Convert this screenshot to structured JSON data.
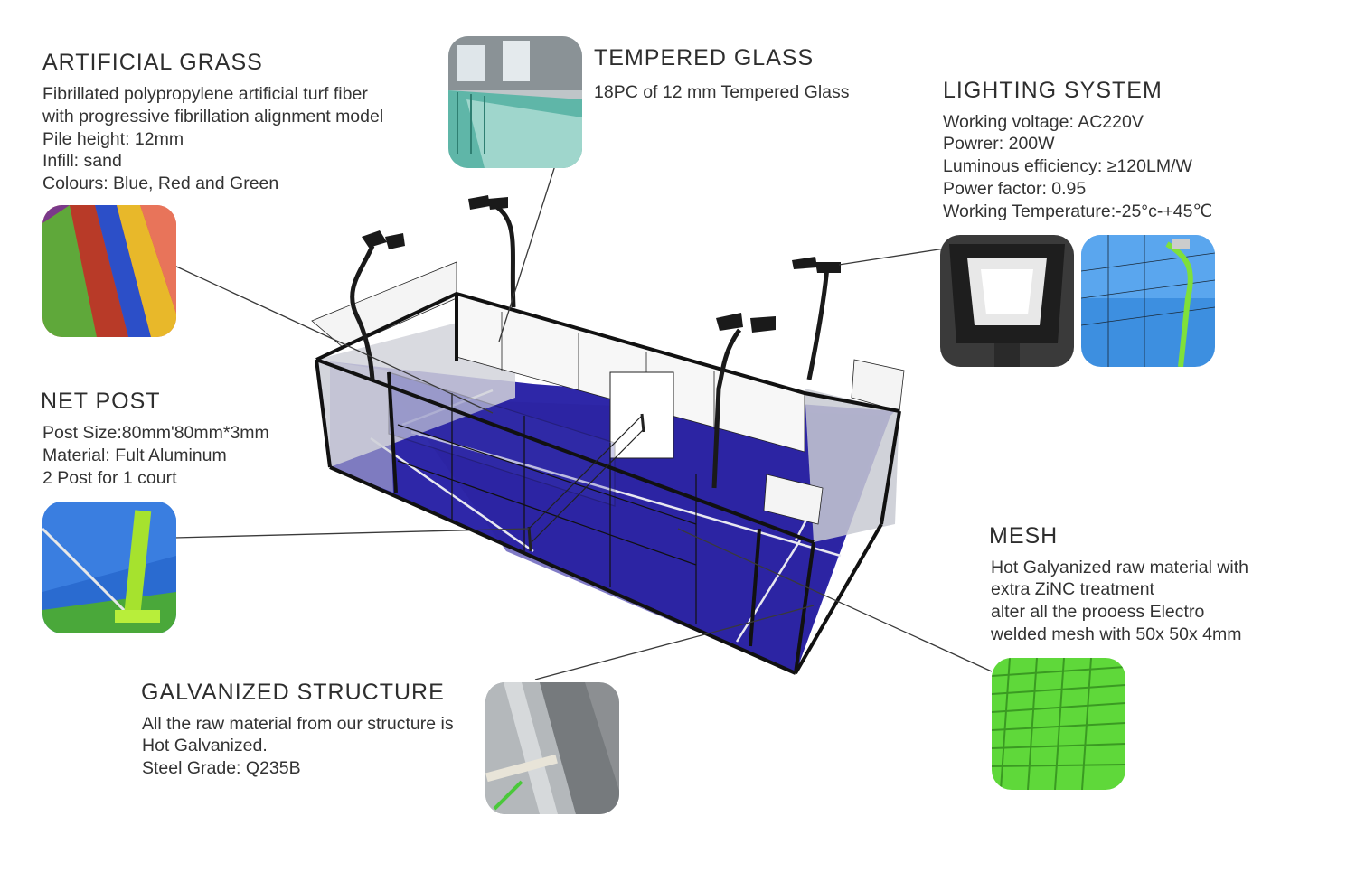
{
  "sections": {
    "artificial_grass": {
      "heading": "ARTIFICIAL GRASS",
      "lines": [
        "Fibrillated polypropylene artificial turf fiber",
        "with progressive fibrillation alignment model",
        "Pile height: 12mm",
        "Infill: sand",
        "Colours: Blue, Red and Green"
      ],
      "image_icon": "turf-samples-photo"
    },
    "tempered_glass": {
      "heading": "TEMPERED GLASS",
      "lines": [
        "18PC of 12 mm Tempered Glass"
      ],
      "image_icon": "glass-panels-photo"
    },
    "lighting_system": {
      "heading": "LIGHTING SYSTEM",
      "lines": [
        "Working voltage: AC220V",
        "Powrer: 200W",
        "Luminous efficiency: ≥120LM/W",
        "Power factor: 0.95",
        "Working Temperature:-25°c-+45℃"
      ],
      "image_icons": [
        "floodlight-photo",
        "light-pole-photo"
      ]
    },
    "net_post": {
      "heading": "NET POST",
      "lines": [
        "Post Size:80mm'80mm*3mm",
        "Material: Fult Aluminum",
        "2 Post for 1 court"
      ],
      "image_icon": "net-post-photo"
    },
    "mesh": {
      "heading": "MESH",
      "lines": [
        "Hot Galyanized raw material with",
        "extra ZiNC treatment",
        "alter all the prooess Electro",
        "welded mesh with 50x 50x 4mm"
      ],
      "image_icon": "green-mesh-photo"
    },
    "galvanized_structure": {
      "heading": "GALVANIZED STRUCTURE",
      "lines": [
        "All the raw material from our structure is",
        "Hot Galvanized.",
        "Steel Grade: Q235B"
      ],
      "image_icon": "steel-structure-photo"
    }
  },
  "colors": {
    "court_blue": "#2e27a8",
    "frame_black": "#111111",
    "glass": "#d4d6dc",
    "turf_green": "#5fd83a",
    "lime_post": "#a6e22e"
  }
}
